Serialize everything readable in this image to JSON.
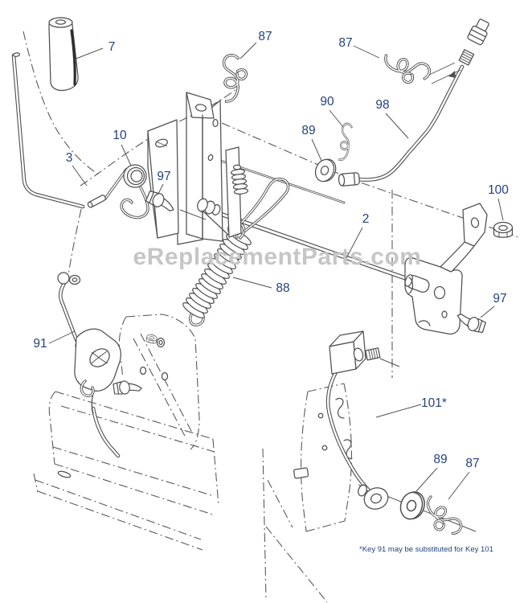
{
  "watermark": {
    "text": "eReplacementParts.com",
    "color": "#c6c6c6"
  },
  "footnote": {
    "text": "*Key 91 may be substituted for Key 101"
  },
  "colors": {
    "callout": "#24427e",
    "line": "#4f4f4f",
    "background": "#ffffff"
  },
  "callouts": [
    {
      "key": "7"
    },
    {
      "key": "87"
    },
    {
      "key": "87"
    },
    {
      "key": "90"
    },
    {
      "key": "98"
    },
    {
      "key": "89"
    },
    {
      "key": "10"
    },
    {
      "key": "3"
    },
    {
      "key": "97"
    },
    {
      "key": "100"
    },
    {
      "key": "2"
    },
    {
      "key": "88"
    },
    {
      "key": "97"
    },
    {
      "key": "91"
    },
    {
      "key": "101*"
    },
    {
      "key": "89"
    },
    {
      "key": "87"
    }
  ]
}
